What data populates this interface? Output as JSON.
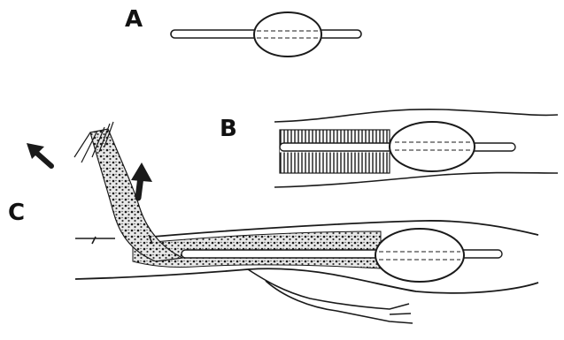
{
  "panels": [
    {
      "id": "A",
      "label": "A"
    },
    {
      "id": "B",
      "label": "B"
    },
    {
      "id": "C",
      "label": "C"
    }
  ],
  "colors": {
    "ink": "#1a1a1a",
    "paper": "#ffffff",
    "texture": "#2a2a2a"
  },
  "icons": {
    "arrow_left": "arrow-up-left-icon",
    "arrow_right": "arrow-up-icon"
  }
}
